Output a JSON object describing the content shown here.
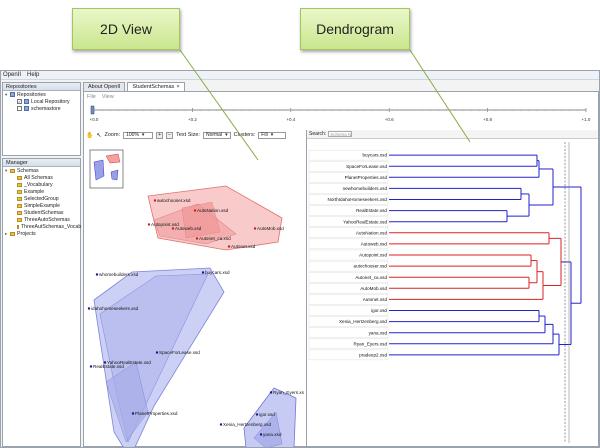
{
  "callouts": {
    "view2d": "2D View",
    "dendrogram": "Dendrogram"
  },
  "menu": {
    "openii": "OpenII",
    "help": "Help"
  },
  "repositories": {
    "title": "Repositories",
    "root": "Repositories",
    "items": [
      "Local Repository",
      "schemastore"
    ]
  },
  "manager": {
    "title": "Manager",
    "root": "Schemas",
    "items": [
      "All Schemas",
      "_Vocabulary",
      "Example",
      "SelectedGroup",
      "SimpleExample",
      "StudentSchemas",
      "ThreeAutoSchemas",
      "ThreeAutSchemas_Vocab"
    ],
    "projects": "Projects"
  },
  "tabs": [
    "About OpenII",
    "StudentSchemas"
  ],
  "submenu": [
    "File",
    "View"
  ],
  "slider": {
    "ticks": [
      "+0.0",
      "+0.2",
      "+0.4",
      "+0.6",
      "+0.8",
      "+1.0"
    ]
  },
  "toolbar": {
    "zoom_label": "Zoom:",
    "zoom_value": "100%",
    "textsize_label": "Text Size:",
    "textsize_value": "Normal",
    "clusters_label": "Clusters:",
    "clusters_value": "Fill"
  },
  "search": {
    "label": "Search:",
    "placeholder": "Schema N"
  },
  "graph": {
    "red_nodes": [
      "autochooser.xsd",
      "AutoNation.xsd",
      "Autopoint.xsd",
      "Autoweb.xsd",
      "Autonet_ca.xsd",
      "AutoMob.xsd",
      "Autonet.xsd"
    ],
    "blue_nodes": [
      "whomebuilders.xsd",
      "buycars.xsd",
      "idahohomeseekers.xsd",
      "SpaceForLease.xsd",
      "YahooRealEstate.xsd",
      "RealEstate.xsd",
      "PlanetProperties.xsd"
    ],
    "blue2_nodes": [
      "Ryan_Eyers.xsd",
      "Xenia_Hertzenberg.xsd",
      "yana.xsd",
      "igor.xsd",
      "pradeep2.xsd"
    ]
  },
  "dendrogram": {
    "groups": [
      {
        "color": "#2222cc",
        "leaves": [
          "buycars.xsd",
          "SpaceForLease.xsd",
          "PlanetProperties.xsd",
          "newhomebuilders.xsd",
          "NorthIdahoHomeseekers.xsd",
          "RealEstate.xsd",
          "YahooRealEstate.xsd"
        ]
      },
      {
        "color": "#dd2222",
        "leaves": [
          "AutoNation.xsd",
          "Autoweb.xsd",
          "Autopoint.xsd",
          "autochooser.xsd",
          "Autonet_ca.xsd",
          "AutoMob.xsd",
          "Autonet.xsd"
        ]
      },
      {
        "color": "#2222cc",
        "leaves": [
          "igor.xsd",
          "Xenia_Hertzenberg.xsd",
          "yana.xsd",
          "Ryan_Eyers.xsd",
          "pradeep2.xsd"
        ]
      }
    ]
  },
  "colors": {
    "red_cluster": "#f6b8b8",
    "blue_cluster": "#c4c8f2",
    "accent": "#2222cc"
  }
}
